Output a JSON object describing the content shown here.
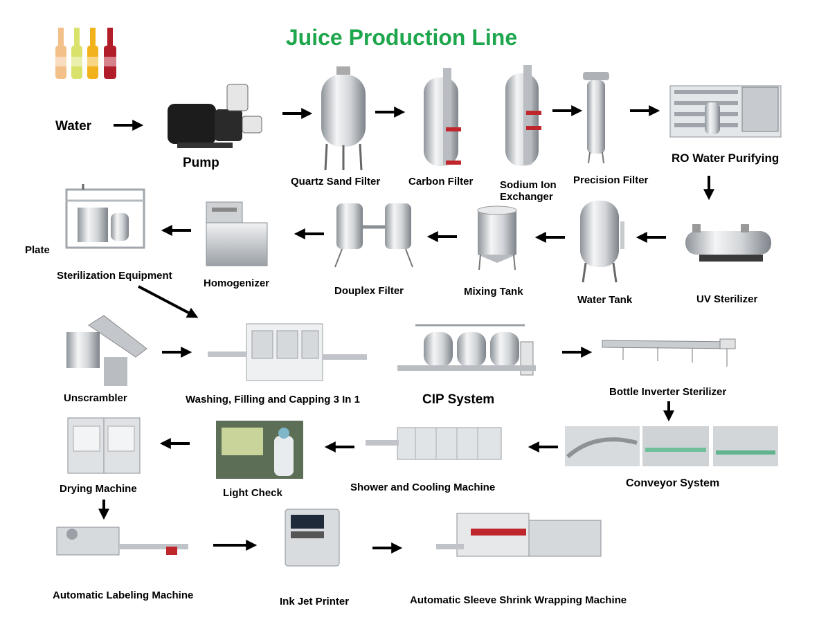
{
  "title": "Juice Production Line",
  "colors": {
    "title": "#1ea64c",
    "steel": "#c9ccd0",
    "dark": "#2b2b2b",
    "arrow": "#000000"
  },
  "labels": {
    "water": "Water",
    "pump": "Pump",
    "quartz": "Quartz Sand Filter",
    "carbon": "Carbon Filter",
    "sodium1": "Sodium Ion",
    "sodium2": "Exchanger",
    "precision": "Precision Filter",
    "ro": "RO Water Purifying",
    "uv": "UV Sterilizer",
    "watertank": "Water Tank",
    "mixing": "Mixing Tank",
    "duplex": "Douplex Filter",
    "homogenizer": "Homogenizer",
    "plate": "Plate",
    "sterilization": "Sterilization Equipment",
    "unscrambler": "Unscrambler",
    "washing": "Washing, Filling and Capping 3 In 1",
    "cip": "CIP System",
    "inverter": "Bottle Inverter Sterilizer",
    "conveyor": "Conveyor System",
    "shower": "Shower and Cooling Machine",
    "lightcheck": "Light Check",
    "drying": "Drying Machine",
    "labeling": "Automatic Labeling Machine",
    "inkjet": "Ink Jet Printer",
    "shrink": "Automatic Sleeve Shrink Wrapping Machine"
  },
  "icons": [
    "juice-bottles-image",
    "pump-image",
    "quartz-sand-filter-image",
    "carbon-filter-image",
    "sodium-ion-exchanger-image",
    "precision-filter-image",
    "ro-water-purifying-image",
    "uv-sterilizer-image",
    "water-tank-image",
    "mixing-tank-image",
    "duplex-filter-image",
    "homogenizer-image",
    "plate-sterilization-image",
    "unscrambler-image",
    "washing-filling-capping-image",
    "cip-system-image",
    "bottle-inverter-sterilizer-image",
    "conveyor-system-image",
    "shower-cooling-image",
    "light-check-image",
    "drying-machine-image",
    "labeling-machine-image",
    "ink-jet-printer-image",
    "shrink-wrapping-image"
  ]
}
